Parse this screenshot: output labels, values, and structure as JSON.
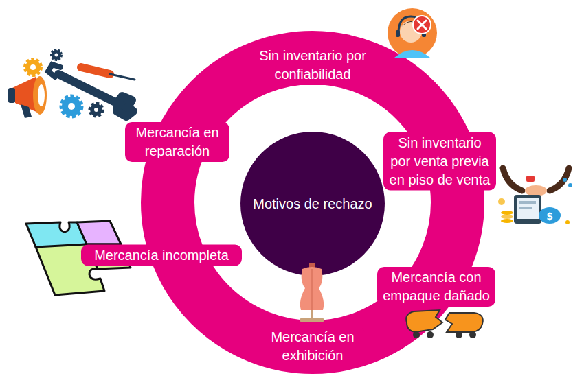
{
  "diagram": {
    "nodes": [
      {
        "text": [
          "Sin inventario por confiabilidad",
          "Sin inventario por venta previa en piso de venta",
          "Mercancía con empaque dañado",
          "Mercancía en exhibición",
          "Mercancía incompleta",
          "Mercancía en reparación"
        ]
      },
      {
        "text": [
          "Motivos de rechazo"
        ]
      }
    ]
  }
}
